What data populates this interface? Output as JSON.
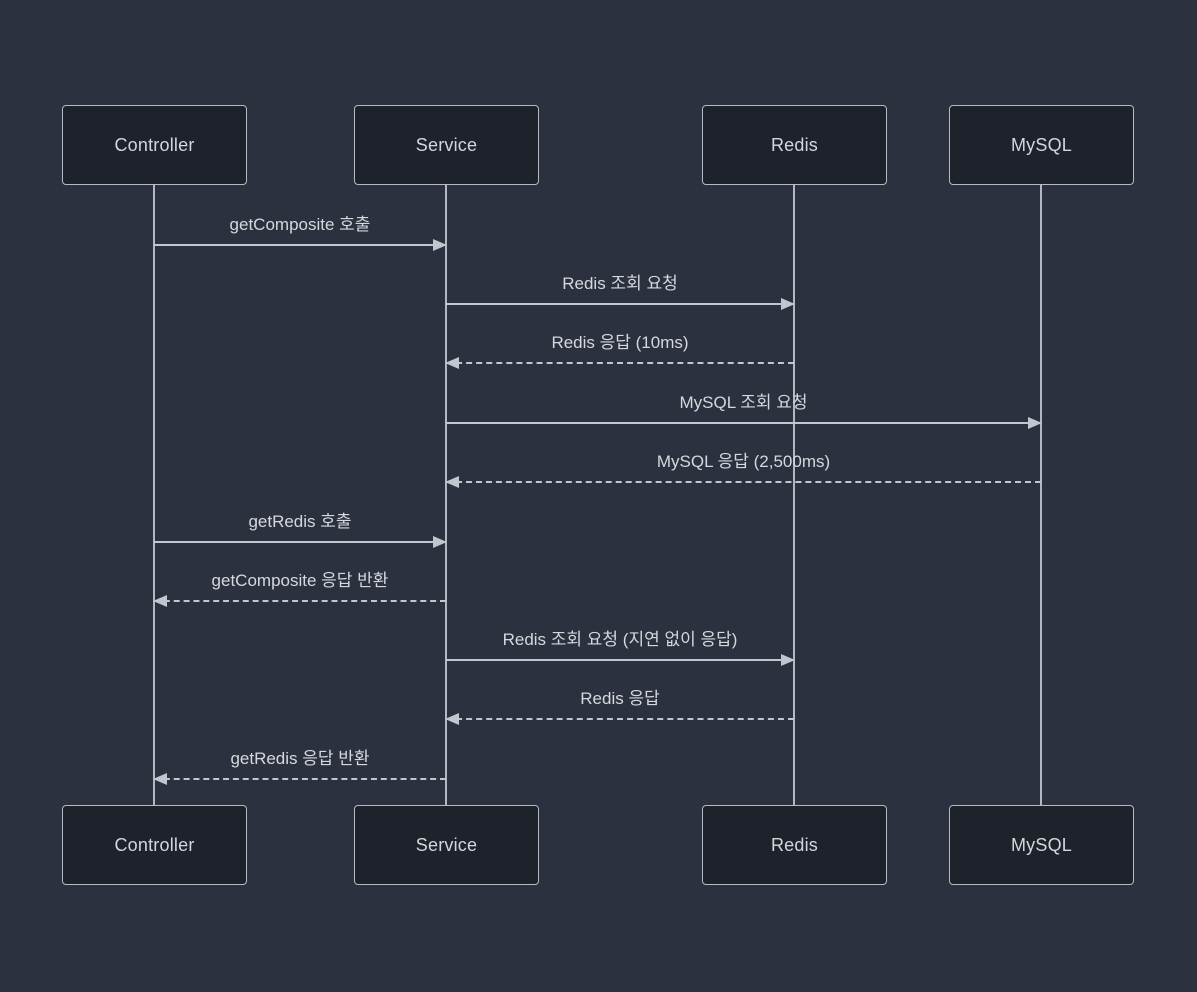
{
  "diagram": {
    "type": "sequence",
    "theme": "dark",
    "actors": [
      {
        "name": "Controller"
      },
      {
        "name": "Service"
      },
      {
        "name": "Redis"
      },
      {
        "name": "MySQL"
      }
    ],
    "messages": [
      {
        "from": "Controller",
        "to": "Service",
        "label": "getComposite 호출",
        "line": "solid",
        "direction": "right"
      },
      {
        "from": "Service",
        "to": "Redis",
        "label": "Redis 조회 요청",
        "line": "solid",
        "direction": "right"
      },
      {
        "from": "Redis",
        "to": "Service",
        "label": "Redis 응답 (10ms)",
        "line": "dashed",
        "direction": "left"
      },
      {
        "from": "Service",
        "to": "MySQL",
        "label": "MySQL 조회 요청",
        "line": "solid",
        "direction": "right"
      },
      {
        "from": "MySQL",
        "to": "Service",
        "label": "MySQL 응답 (2,500ms)",
        "line": "dashed",
        "direction": "left"
      },
      {
        "from": "Controller",
        "to": "Service",
        "label": "getRedis 호출",
        "line": "solid",
        "direction": "right"
      },
      {
        "from": "Service",
        "to": "Controller",
        "label": "getComposite 응답 반환",
        "line": "dashed",
        "direction": "left"
      },
      {
        "from": "Service",
        "to": "Redis",
        "label": "Redis 조회 요청 (지연 없이 응답)",
        "line": "solid",
        "direction": "right"
      },
      {
        "from": "Redis",
        "to": "Service",
        "label": "Redis 응답",
        "line": "dashed",
        "direction": "left"
      },
      {
        "from": "Service",
        "to": "Controller",
        "label": "getRedis 응답 반환",
        "line": "dashed",
        "direction": "left"
      }
    ],
    "colors": {
      "background": "#2b313e",
      "actor_fill": "#1e222b",
      "actor_border": "#b5bac3",
      "line": "#c2c6ce",
      "text": "#d6d8de"
    }
  }
}
